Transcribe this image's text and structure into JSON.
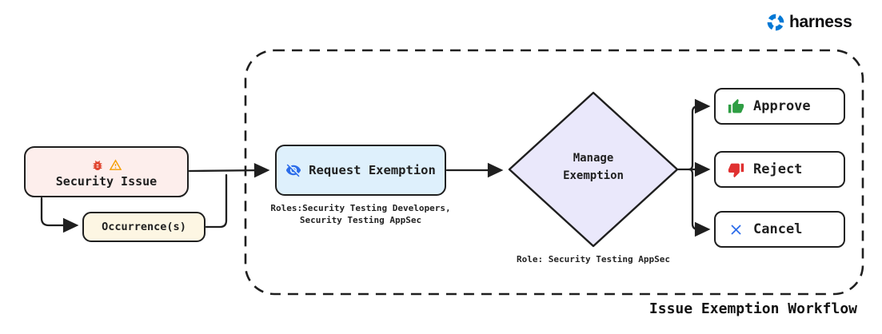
{
  "brand": {
    "name": "harness"
  },
  "title": "Issue Exemption Workflow",
  "nodes": {
    "security_issue": {
      "label": "Security Issue",
      "icons": [
        "bug-icon",
        "warning-icon"
      ]
    },
    "occurrence": {
      "label": "Occurrence(s)"
    },
    "request_exemption": {
      "label": "Request Exemption",
      "icon": "eye-off-icon",
      "roles_note": "Roles:Security Testing Developers,\nSecurity Testing AppSec"
    },
    "manage_exemption": {
      "label": "Manage\nExemption",
      "role_note": "Role: Security Testing AppSec"
    },
    "actions": [
      {
        "label": "Approve",
        "icon": "thumbs-up-icon"
      },
      {
        "label": "Reject",
        "icon": "thumbs-down-icon"
      },
      {
        "label": "Cancel",
        "icon": "x-icon"
      }
    ]
  },
  "colors": {
    "ink": "#1f1f1f",
    "brand_blue": "#0278d5",
    "security_fill": "#fdeeec",
    "occurrence_fill": "#fdf6e3",
    "request_fill": "#def0fc",
    "diamond_fill": "#eae8fb",
    "approve_green": "#2f9e44",
    "reject_red": "#e03131",
    "cancel_blue": "#2b6cea",
    "bug_red": "#e0442e",
    "warning_orange": "#f59f00",
    "eye_blue": "#2b6cea"
  }
}
